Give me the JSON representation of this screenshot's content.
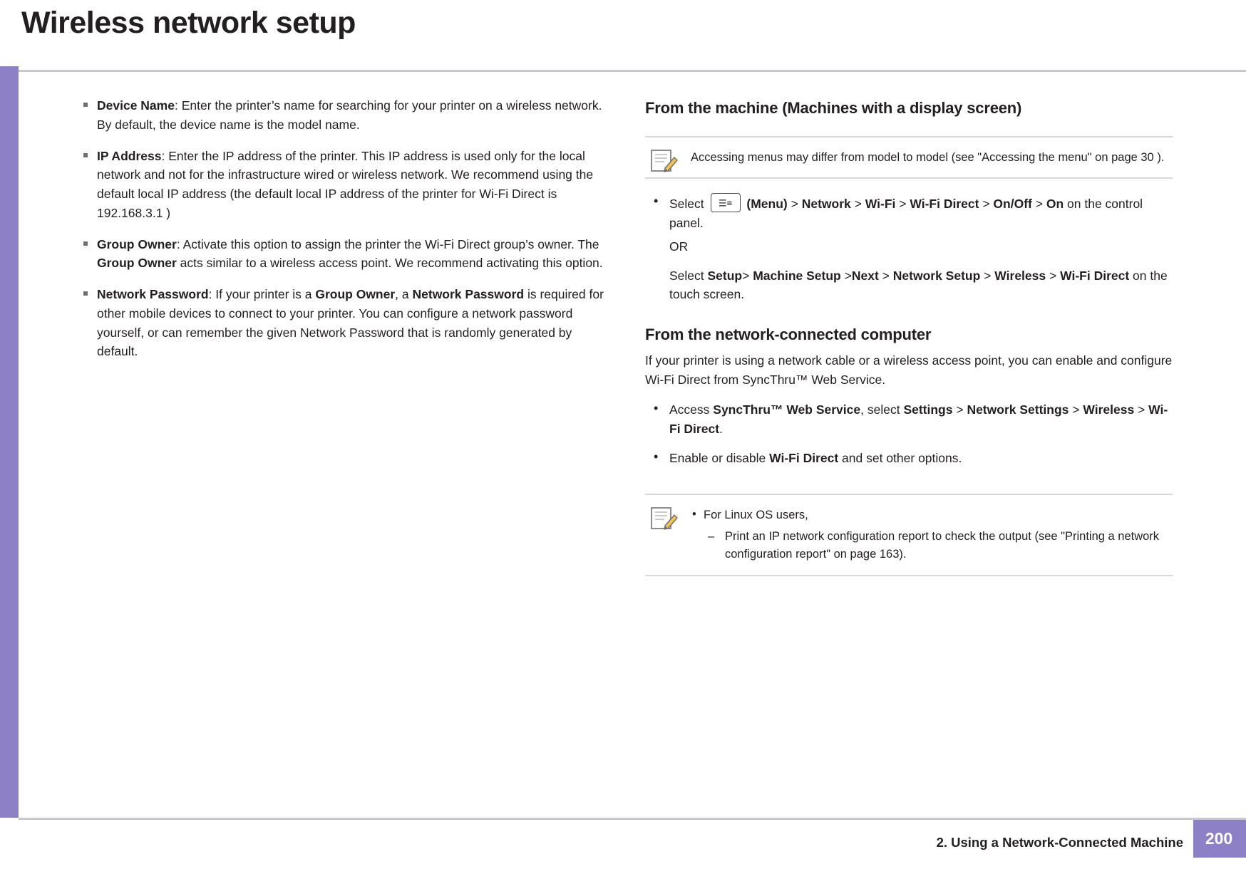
{
  "page": {
    "title": "Wireless network setup",
    "footer_text": "2.  Using a Network-Connected Machine",
    "page_number": "200",
    "accent_color": "#8d80c6"
  },
  "left_column": {
    "items": [
      {
        "term": "Device Name",
        "text": ": Enter the printer’s name for searching for your printer on a wireless network. By default, the device name is the model name."
      },
      {
        "term": "IP Address",
        "text": ": Enter the IP address of the printer. This IP address is used only for the local network and not for the infrastructure wired or wireless network. We recommend using the default local IP address (the default local IP address of the printer for Wi-Fi Direct is 192.168.3.1 )"
      },
      {
        "term": "Group Owner",
        "text_a": ": Activate this option to assign the printer the Wi-Fi Direct group’s owner. The ",
        "bold_mid": "Group Owner",
        "text_b": " acts similar to a wireless access point. We recommend activating this option."
      },
      {
        "term": "Network Password",
        "text_a": ": If your printer is a ",
        "bold_1": "Group Owner",
        "text_b": ", a ",
        "bold_2": "Network Password",
        "text_c": " is required for other mobile devices to connect to your printer. You can configure a network password yourself, or can remember the given Network Password that is randomly generated by default."
      }
    ]
  },
  "right_column": {
    "heading_1": "From the machine (Machines with a display screen)",
    "note_1": {
      "icon": "note-pencil-icon",
      "text": "Accessing menus may differ from model to model (see \"Accessing the menu\" on page 30 )."
    },
    "step_1": {
      "select_label": "Select",
      "menu_icon": "menu-key-icon",
      "menu_paren": "(Menu)",
      "gt": ">",
      "path": [
        "Network",
        "Wi-Fi",
        "Wi-Fi Direct",
        "On/Off",
        "On"
      ],
      "tail": " on the control panel."
    },
    "or_label": "OR",
    "step_2": {
      "select_label": "Select ",
      "path": [
        "Setup",
        "Machine Setup",
        "Next",
        "Network Setup",
        "Wireless",
        "Wi-Fi Direct"
      ],
      "tail": " on the touch screen."
    },
    "heading_2": "From the network-connected computer",
    "paragraph_2": "If your printer is using a network cable or a wireless access point, you can enable and configure Wi-Fi Direct from SyncThru™ Web Service.",
    "bullet_1": {
      "pre": "Access ",
      "b1": "SyncThru™ Web Service",
      "mid": ", select ",
      "b2": "Settings",
      "gt": " > ",
      "b3": "Network Settings",
      "b4": "Wireless",
      "b5": "Wi-Fi Direct",
      "end": "."
    },
    "bullet_2": {
      "pre": "Enable or disable ",
      "b1": "Wi-Fi Direct",
      "post": " and set other options."
    },
    "note_2": {
      "icon": "note-pencil-icon",
      "line1": "For Linux OS users,",
      "line2": "Print an IP network configuration report to check the output (see \"Printing a network configuration report\" on page 163)."
    }
  }
}
